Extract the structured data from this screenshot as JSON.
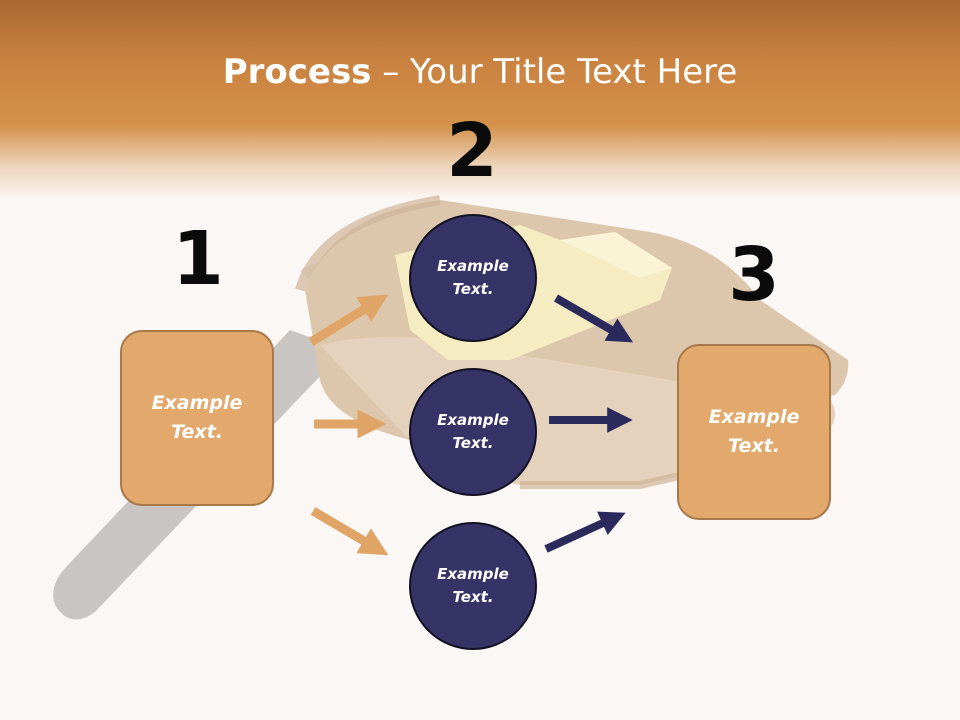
{
  "title": {
    "strong": "Process",
    "rest": " – Your Title Text Here"
  },
  "steps": [
    {
      "number": "1",
      "box_text": "Example Text."
    },
    {
      "number": "2",
      "circles": [
        "Example Text.",
        "Example Text.",
        "Example Text."
      ]
    },
    {
      "number": "3",
      "box_text": "Example Text."
    }
  ],
  "colors": {
    "header_orange": "#d4914a",
    "box_fill": "#e2a86c",
    "circle_fill": "#363366",
    "orange_arrow": "#e0a467",
    "navy_arrow": "#2a2a5c"
  }
}
